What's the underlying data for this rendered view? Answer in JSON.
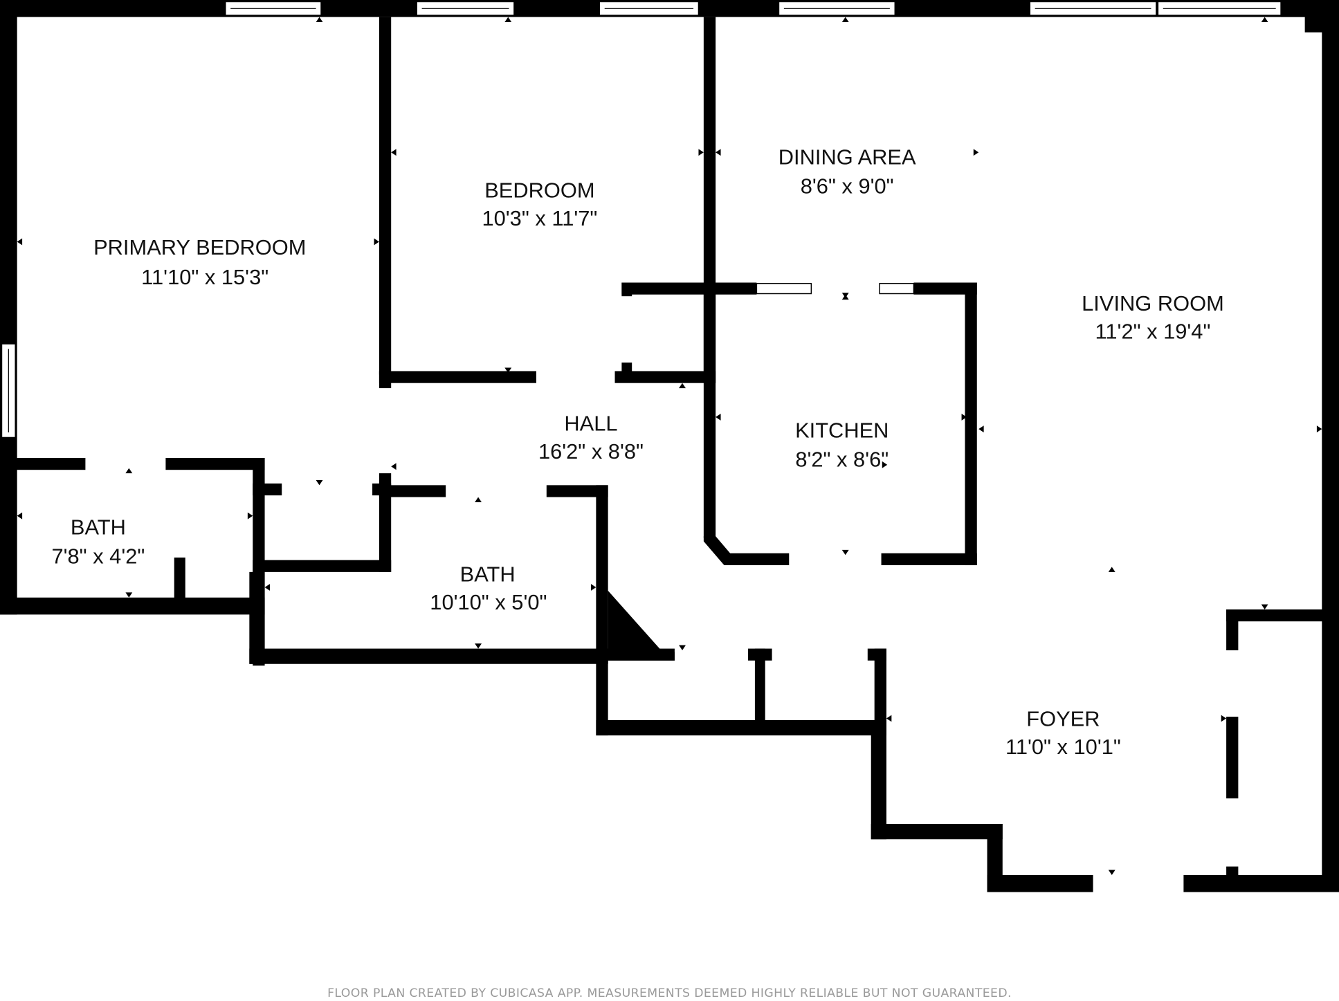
{
  "floor_plan": {
    "rooms": [
      {
        "id": "primary-bedroom",
        "name": "PRIMARY BEDROOM",
        "dimensions": "11'10\" x 15'3\""
      },
      {
        "id": "bedroom",
        "name": "BEDROOM",
        "dimensions": "10'3\" x 11'7\""
      },
      {
        "id": "dining-area",
        "name": "DINING AREA",
        "dimensions": "8'6\" x 9'0\""
      },
      {
        "id": "living-room",
        "name": "LIVING ROOM",
        "dimensions": "11'2\" x 19'4\""
      },
      {
        "id": "hall",
        "name": "HALL",
        "dimensions": "16'2\" x 8'8\""
      },
      {
        "id": "kitchen",
        "name": "KITCHEN",
        "dimensions": "8'2\" x 8'6\""
      },
      {
        "id": "bath-1",
        "name": "BATH",
        "dimensions": "7'8\" x 4'2\""
      },
      {
        "id": "bath-2",
        "name": "BATH",
        "dimensions": "10'10\" x 5'0\""
      },
      {
        "id": "foyer",
        "name": "FOYER",
        "dimensions": "11'0\" x 10'1\""
      }
    ],
    "colors": {
      "wall": "#000000",
      "background": "#ffffff",
      "text": "#111111",
      "disclaimer": "#9a9a9a"
    }
  },
  "footer": {
    "disclaimer": "FLOOR PLAN CREATED BY CUBICASA APP. MEASUREMENTS DEEMED HIGHLY RELIABLE BUT NOT GUARANTEED."
  }
}
